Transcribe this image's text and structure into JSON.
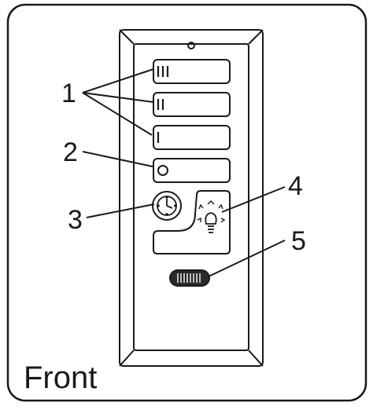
{
  "caption": "Front",
  "callouts": {
    "fan_speed_buttons": "1",
    "fan_off_button": "2",
    "light_dimmer_timer_button": "3",
    "light_button": "4",
    "slide_switch": "5"
  },
  "icons": {
    "speed_high": "speed-high-icon",
    "speed_medium": "speed-medium-icon",
    "speed_low": "speed-low-icon",
    "off": "off-circle-icon",
    "timer": "clock-icon",
    "light": "light-bulb-icon"
  },
  "colors": {
    "line": "#1a1a1a",
    "background": "#ffffff",
    "switch_fill": "#2a2a2a"
  }
}
